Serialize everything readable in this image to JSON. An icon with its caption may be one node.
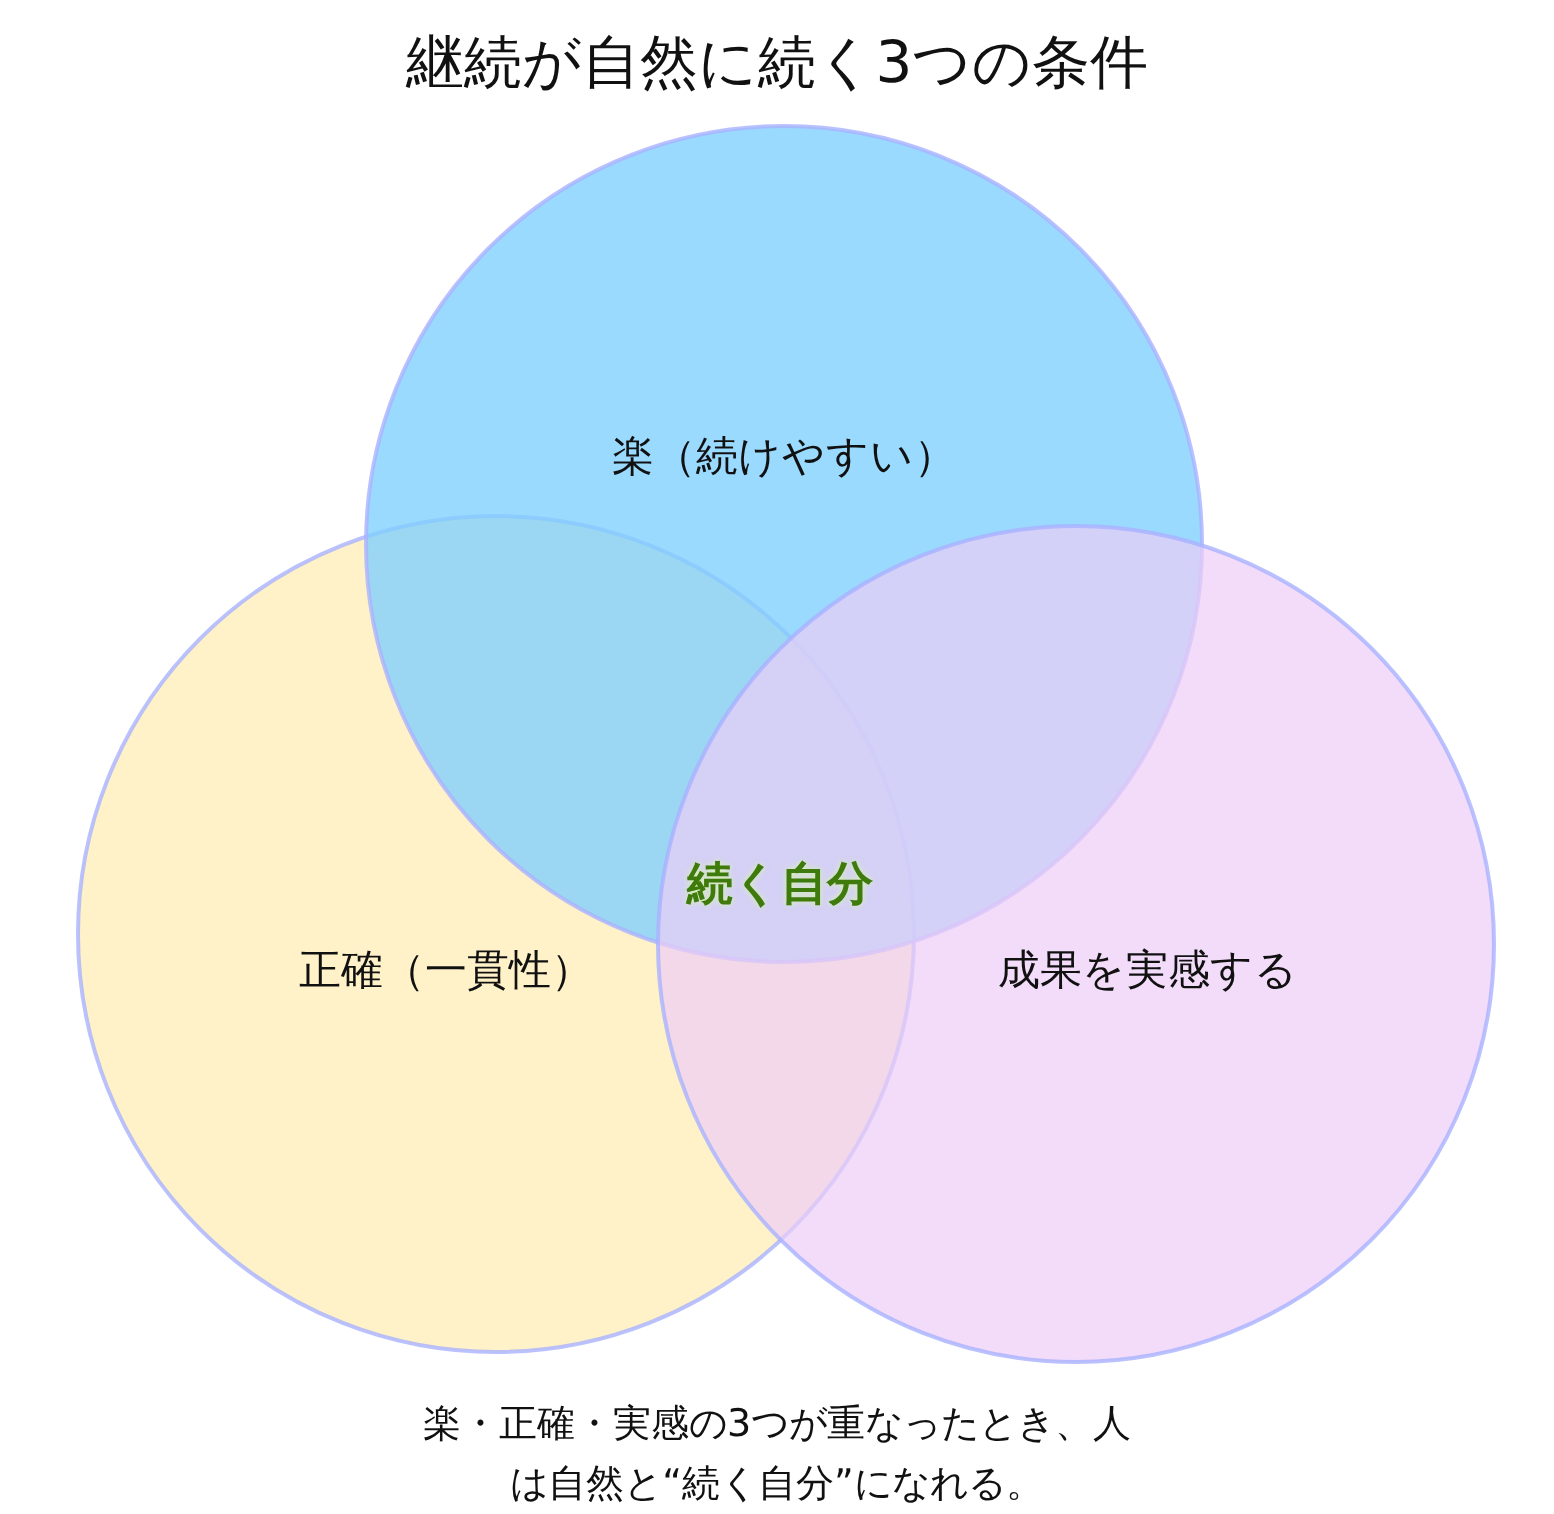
{
  "diagram": {
    "title": "継続が自然に続く3つの条件",
    "nodes": [
      {
        "text": [
          "楽（続けやすい）"
        ]
      },
      {
        "text": [
          "正確（一貫性）"
        ]
      },
      {
        "text": [
          "成果を実感する"
        ]
      }
    ],
    "edges": [],
    "labels": [
      "続く自分"
    ],
    "caption": "楽・正確・実感の3つが重なったとき、人は自然と“続く自分”になれる。"
  }
}
